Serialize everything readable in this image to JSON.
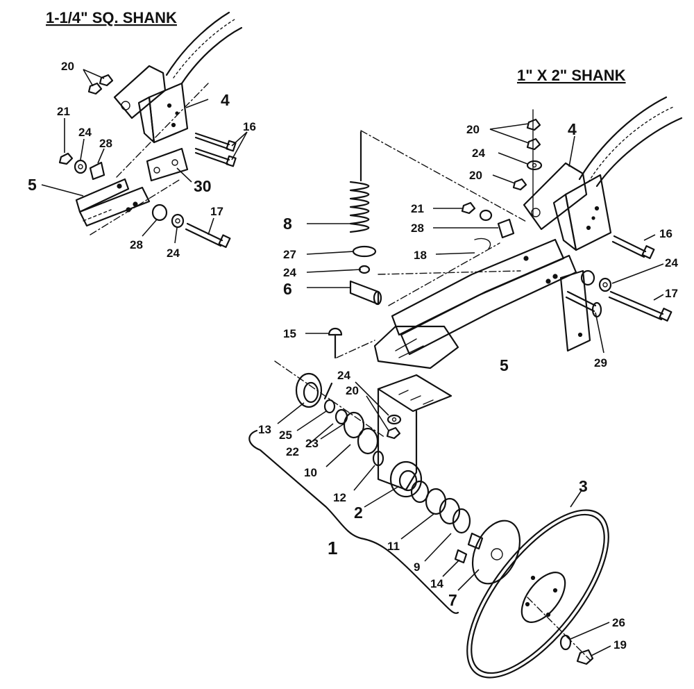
{
  "headings": {
    "sq_shank": "1-1/4\" SQ. SHANK",
    "rect_shank": "1\" X 2\" SHANK"
  },
  "callouts": {
    "sq": [
      "20",
      "4",
      "21",
      "24",
      "28",
      "16",
      "5",
      "30",
      "17",
      "28",
      "24"
    ],
    "rect": [
      "20",
      "4",
      "24",
      "20",
      "21",
      "28",
      "16",
      "8",
      "18",
      "27",
      "24",
      "24",
      "6",
      "17",
      "15",
      "5",
      "29",
      "24",
      "20",
      "13",
      "25",
      "22",
      "23",
      "10",
      "12",
      "2",
      "3",
      "1",
      "11",
      "9",
      "14",
      "7",
      "26",
      "19"
    ]
  }
}
